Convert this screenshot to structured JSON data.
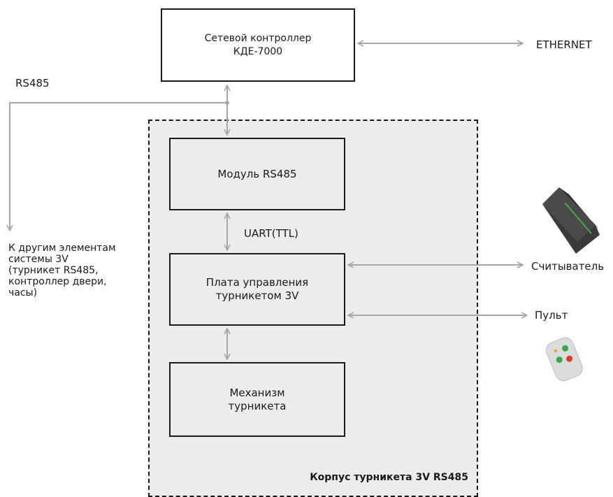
{
  "controller": {
    "text": "Сетевой контроллер\nКДЕ-7000"
  },
  "ethernet": {
    "label": "ETHERNET"
  },
  "rs485_bus": {
    "label": "RS485"
  },
  "other_elements": {
    "text": "К другим элементам\nсистемы 3V\n(турникет RS485,\nконтроллер двери,\nчасы)"
  },
  "rs485_module": {
    "text": "Модуль RS485"
  },
  "uart": {
    "label": "UART(TTL)"
  },
  "control_board": {
    "text": "Плата управления\nтурникетом 3V"
  },
  "mechanism": {
    "text": "Механизм\nтурникета"
  },
  "reader": {
    "label": "Считыватель"
  },
  "remote": {
    "label": "Пульт"
  },
  "enclosure": {
    "label": "Корпус турникета 3V RS485"
  },
  "colors": {
    "connector": "#a6a6a6",
    "enclosure_fill": "#ececec",
    "reader_led": "#3cb043"
  }
}
